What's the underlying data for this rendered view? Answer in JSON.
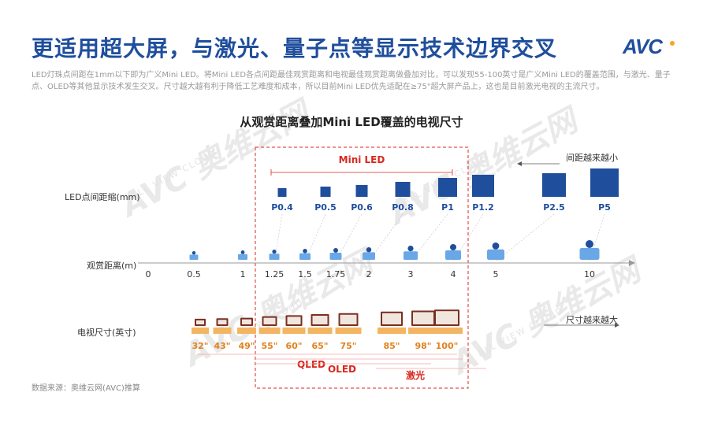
{
  "header": {
    "title": "更适用超大屏，与激光、量子点等显示技术边界交叉",
    "logo_text": "AVC",
    "intro": "LED灯珠点间距在1mm以下即为广义Mini LED。将Mini LED各点间距最佳观赏距离和电视最佳观赏距离做叠加对比，可以发现55-100英寸是广义Mini LED的覆盖范围，与激光、量子点、OLED等其他显示技术发生交叉。尺寸越大越有利于降低工艺难度和成本，所以目前Mini LED优先适配在≥75\"超大屏产品上，这也是目前激光电视的主流尺寸。"
  },
  "footer": {
    "source": "数据来源：奥维云网(AVC)推算"
  },
  "watermark": {
    "text": "AVC 奥维云网",
    "sub": "ALL VIEW CLOUD"
  },
  "colors": {
    "navy": "#1f4e9c",
    "orange": "#e0821e",
    "red": "#d9271e",
    "axis": "#9a9a9a"
  },
  "chart_data": {
    "type": "diagram",
    "title": "从观赏距离叠加Mini LED覆盖的电视尺寸",
    "row_labels": {
      "pitch": "LED点间距缩(mm)",
      "distance": "观赏距离(m)",
      "tv_size": "电视尺寸(英寸)"
    },
    "side_notes": {
      "pitch": "间距越来越小",
      "size": "尺寸越来越大"
    },
    "distance_ticks": [
      "0",
      "0.5",
      "1",
      "1.25",
      "1.5",
      "1.75",
      "2",
      "3",
      "4",
      "5",
      "10"
    ],
    "pitch_points": [
      {
        "label": "P0.4",
        "distance": "1.25"
      },
      {
        "label": "P0.5",
        "distance": "1.5"
      },
      {
        "label": "P0.6",
        "distance": "1.75"
      },
      {
        "label": "P0.8",
        "distance": "2"
      },
      {
        "label": "P1",
        "distance": "3"
      },
      {
        "label": "P1.2",
        "distance": "4"
      },
      {
        "label": "P2.5",
        "distance": "5"
      },
      {
        "label": "P5",
        "distance": "10"
      }
    ],
    "tv_sizes": [
      "32\"",
      "43\"",
      "49\"",
      "55\"",
      "60\"",
      "65\"",
      "75\"",
      "85\"",
      "98\"",
      "100\""
    ],
    "viewer_icons_at": [
      "0.5",
      "1",
      "1.25",
      "1.5",
      "1.75",
      "2",
      "3",
      "4",
      "5",
      "10"
    ],
    "technologies": [
      {
        "name": "Mini LED",
        "from": "55\"",
        "to": "100\""
      },
      {
        "name": "QLED",
        "from": "55\"",
        "to": "98\""
      },
      {
        "name": "OLED",
        "from": "55\"",
        "to": "85\""
      },
      {
        "name": "激光",
        "from": "85\"",
        "to": "100\""
      }
    ]
  }
}
